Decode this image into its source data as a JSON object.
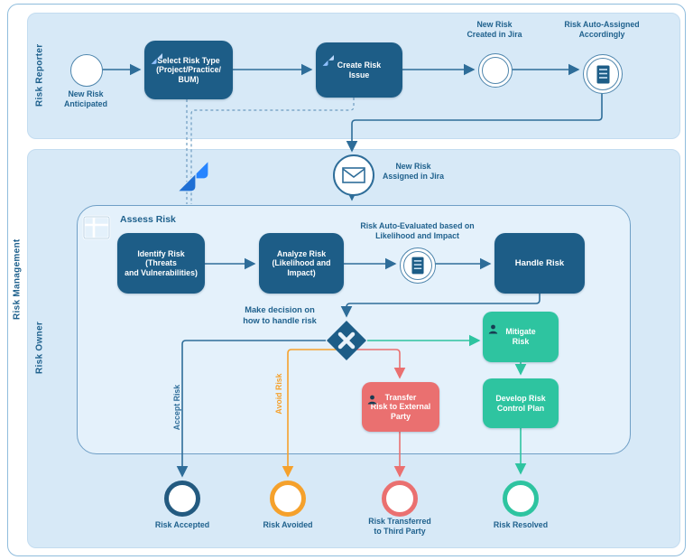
{
  "pool": {
    "label": "Risk Management"
  },
  "lanes": {
    "reporter": "Risk Reporter",
    "owner": "Risk Owner"
  },
  "nodes": {
    "start": "New Risk\nAnticipated",
    "select_risk_type": "Select Risk Type\n(Project/Practice/\nBUM)",
    "create_risk_issue": "Create Risk\nIssue",
    "created_in_jira": "New Risk\nCreated in Jira",
    "auto_assigned": "Risk Auto-Assigned\nAccordingly",
    "assigned_in_jira": "New Risk\nAssigned in Jira",
    "assess_risk": "Assess Risk",
    "identify_risk": "Identify Risk\n(Threats\nand Vulnerabilities)",
    "analyze_risk": "Analyze Risk\n(Likelihood and\nImpact)",
    "auto_evaluated": "Risk Auto-Evaluated based on\nLikelihood and Impact",
    "handle_risk": "Handle Risk",
    "decision": "Make decision on\nhow to handle risk",
    "mitigate_risk": "Mitigate\nRisk",
    "develop_plan": "Develop Risk\nControl Plan",
    "transfer_risk": "Transfer\nRisk to External\nParty"
  },
  "ends": {
    "accepted": "Risk  Accepted",
    "avoided": "Risk Avoided",
    "transferred": "Risk Transferred\nto Third Party",
    "resolved": "Risk Resolved"
  },
  "edges": {
    "accept": "Accept Risk",
    "avoid": "Avoid Risk"
  },
  "icons": {
    "jira_logo": "jira-logo-icon",
    "jira_task_badge": "jira-icon",
    "message": "envelope-icon",
    "task_list": "list-document-icon",
    "assess_table": "table-icon",
    "user": "user-icon",
    "gateway": "exclusive-gateway-x-icon"
  },
  "colors": {
    "dark_blue": "#1d5d87",
    "label_blue": "#1f618d",
    "connector": "#2e6d99",
    "teal": "#2ec4a0",
    "red": "#ea7070",
    "orange": "#f5a12c",
    "lane_fill": "#d7e9f7",
    "subprocess_fill": "#e4f1fb",
    "pool_border": "#8fbcdc",
    "event_border": "#4f86ad",
    "dashed": "#6d9cc0",
    "jira_blue": "#2684ff",
    "jira_blue_dark": "#1f6fd4",
    "icon_navy": "#173c52",
    "end_navy": "#235a80"
  }
}
